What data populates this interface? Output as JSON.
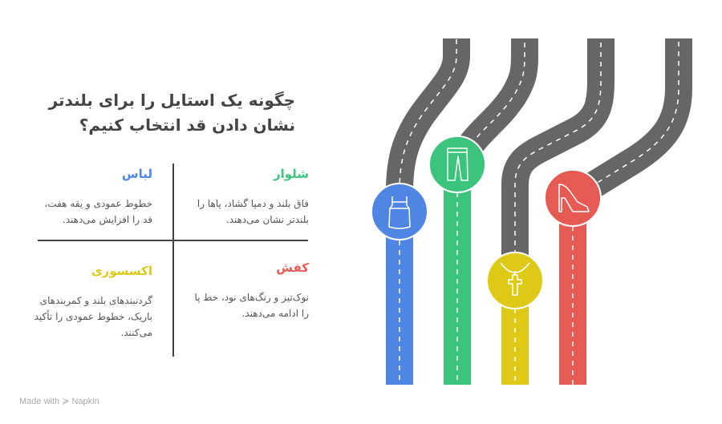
{
  "title": "چگونه یک استایل را برای بلندتر نشان دادن قد انتخاب کنیم؟",
  "quadrants": [
    {
      "heading": "لباس",
      "text": "خطوط عمودی و یقه هفت، قد را افزایش می‌دهند.",
      "color": "#4f86e3",
      "icon": "dress-icon"
    },
    {
      "heading": "شلوار",
      "text": "فاق بلند و دمپا گشاد، پاها را بلندتر نشان می‌دهند.",
      "color": "#3cc47c",
      "icon": "pants-icon"
    },
    {
      "heading": "اکسسوری",
      "text": "گردنبندهای بلند و کمربندهای باریک، خطوط عمودی را تأکید می‌کنند.",
      "color": "#dfc917",
      "icon": "necklace-icon"
    },
    {
      "heading": "کفش",
      "text": "نوک‌تیز و رنگ‌های نود، خط پا را ادامه می‌دهند.",
      "color": "#e55a53",
      "icon": "high-heel-icon"
    }
  ],
  "footer": {
    "made_with": "Made with",
    "brand": "Napkin"
  }
}
